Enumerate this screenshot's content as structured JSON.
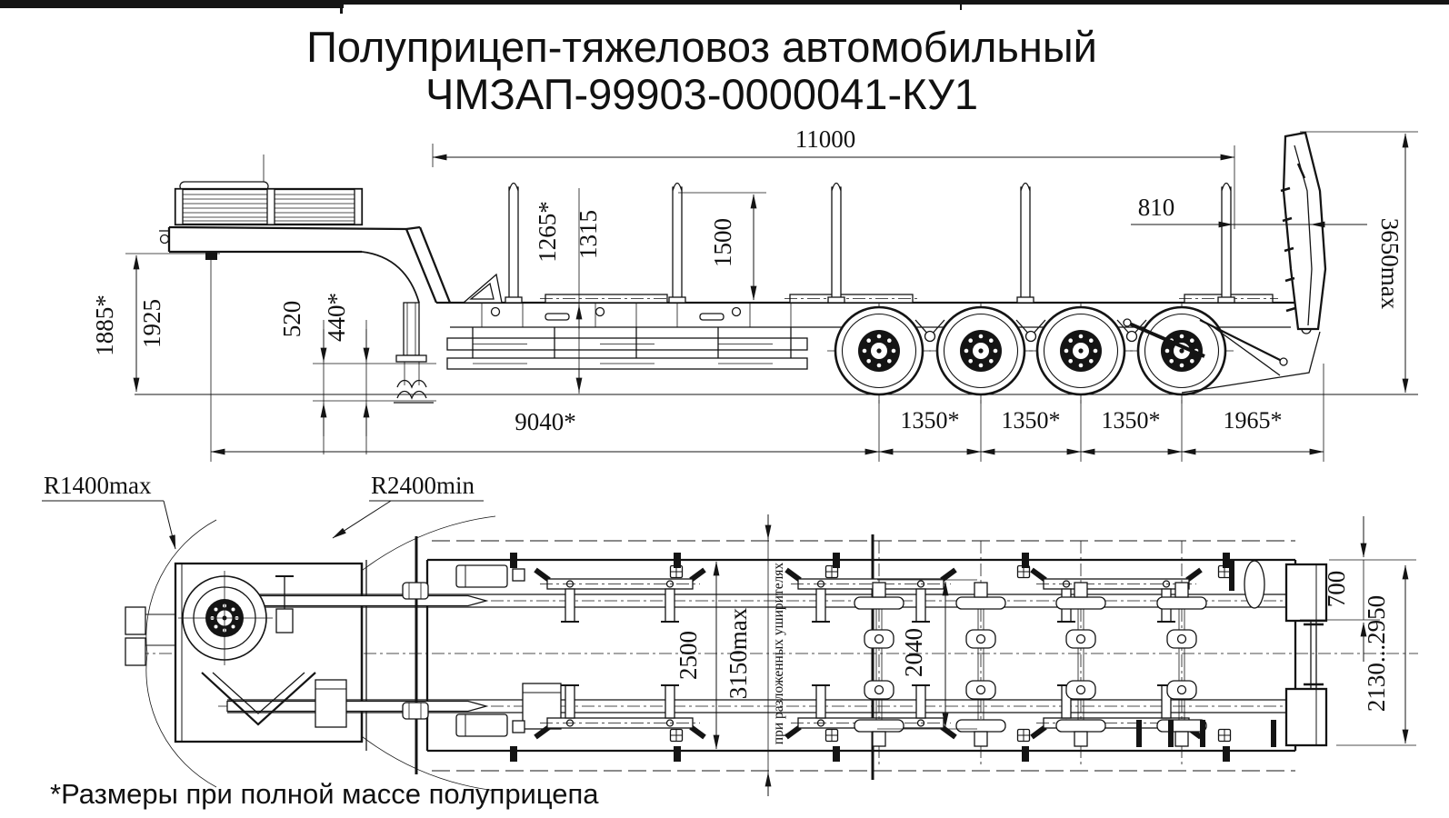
{
  "header": {
    "title_line1": "Полуприцеп-тяжеловоз автомобильный",
    "title_line2": "ЧМЗАП-99903-0000041-КУ1"
  },
  "side_view": {
    "dim_overall_length": "11000",
    "dim_stake_to_ramp": "810",
    "dim_ramp_height": "3650max",
    "dim_deck_height_laden": "1265*",
    "dim_deck_height": "1315",
    "dim_stake_height": "1500",
    "dim_coupling_height_laden": "1885*",
    "dim_coupling_height": "1925",
    "dim_gooseneck_clearance": "520",
    "dim_gooseneck_clearance_laden": "440*",
    "dim_kingpin_to_axle1": "9040*",
    "dim_axle_spacing_12": "1350*",
    "dim_axle_spacing_23": "1350*",
    "dim_axle_spacing_34": "1350*",
    "dim_rear_overhang": "1965*"
  },
  "plan_view": {
    "dim_radius_gooseneck": "R1400max",
    "dim_radius_rear": "R2400min",
    "dim_width": "2500",
    "dim_width_extended": "3150max",
    "note_extenders": "при разложенных уширителях",
    "dim_track": "2040",
    "dim_rear_offset": "700",
    "dim_rear_width_range": "2130...2950"
  },
  "footer": {
    "note_full_mass": "*Размеры при полной массе полуприцепа"
  }
}
